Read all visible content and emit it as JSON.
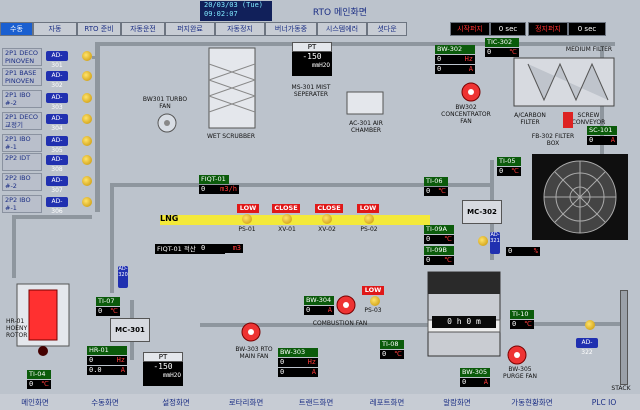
{
  "header": {
    "datetime_line1": "20/03/03 (Tue)",
    "datetime_line2": "09:02:07",
    "title": "RTO 메인화면"
  },
  "top_nav": {
    "items": [
      "수동",
      "자동",
      "RTO 준비",
      "자동운전",
      "퍼지완료",
      "자동정지",
      "버너가동중",
      "시스템에러",
      "셧다운"
    ],
    "start_delay_label": "시작퍼지",
    "start_delay_value": "0 sec",
    "stop_delay_label": "정지퍼지",
    "stop_delay_value": "0 sec"
  },
  "side_list": [
    {
      "name": "2P1 DECO PINOVEN",
      "ad": "AD-301"
    },
    {
      "name": "2P1 BASE PINOVEN",
      "ad": "AD-302"
    },
    {
      "name": "2P1 IBO #-2",
      "ad": "AD-303"
    },
    {
      "name": "2P1 DECO 교정기",
      "ad": "AD-304"
    },
    {
      "name": "2P1 IBO #-1",
      "ad": "AD-305"
    },
    {
      "name": "2P2 IDT",
      "ad": "AD-308"
    },
    {
      "name": "2P2 IBO #-2",
      "ad": "AD-307"
    },
    {
      "name": "2P2 IBO #-1",
      "ad": "AD-306"
    }
  ],
  "equipment": {
    "bw301": "BW301 TURBO FAN",
    "scrubber": "WET SCRUBBER",
    "ms301": "MS-301 MIST SEPERATER",
    "ac301": "AC-301 AIR CHAMBER",
    "bw302": "BW302 CONCENTRATOR FAN",
    "carbon": "A/CARBON FILTER",
    "screw": "SCREW CONVEYOR",
    "fb302": "FB-302 FILTER BOX",
    "medium": "MEDIUM FILTER",
    "mc302": "MC-302",
    "mc301": "MC-301",
    "hr01_rotor": "HR-01 HOENY ROTOR",
    "bw303": "BW-303 RTO MAIN FAN",
    "combustion": "COMBUSTION FAN",
    "bw305": "BW-305 PURGE FAN",
    "stack": "STACK",
    "lng": "LNG",
    "ps01": "PS-01",
    "xv01": "XV-01",
    "xv02": "XV-02",
    "ps02": "PS-02",
    "ps03": "PS-03",
    "ad322": "AD-322",
    "ad321": "AD-321",
    "ad320": "AD-320"
  },
  "instruments": {
    "pt_top": {
      "label": "PT",
      "value": "-150",
      "unit": "mmH2O"
    },
    "bw302": {
      "label": "BW-302",
      "v1": "0",
      "u1": "Hz",
      "v2": "0",
      "u2": "A"
    },
    "tic302": {
      "label": "TIC-302",
      "value": "0",
      "unit": "℃"
    },
    "sc101": {
      "label": "SC-101",
      "value": "0",
      "unit": "A"
    },
    "ti05": {
      "label": "TI-05",
      "value": "0",
      "unit": "℃"
    },
    "ti06": {
      "label": "TI-06",
      "value": "0",
      "unit": "℃"
    },
    "fiqt01": {
      "label": "FIQT-01",
      "value": "0",
      "unit": "m3/h"
    },
    "fiqt01_total": {
      "label": "FIQT-01 적산",
      "value": "0",
      "unit": "m3"
    },
    "ti09a": {
      "label": "TI-09A",
      "value": "0",
      "unit": "℃"
    },
    "ti09b": {
      "label": "TI-09B",
      "value": "0",
      "unit": "℃"
    },
    "ad320_value": {
      "value": "0",
      "unit": "%"
    },
    "ti07": {
      "label": "TI-07",
      "value": "0",
      "unit": "℃"
    },
    "bw304": {
      "label": "BW-304",
      "value": "0",
      "unit": "A"
    },
    "hr01": {
      "label": "HR-01",
      "v1": "0",
      "u1": "Hz",
      "v2": "0.0",
      "u2": "A"
    },
    "pt_bottom": {
      "label": "PT",
      "value": "-150",
      "unit": "mmH2O"
    },
    "bw303": {
      "label": "BW-303",
      "v1": "0",
      "u1": "Hz",
      "v2": "0",
      "u2": "A"
    },
    "ti08": {
      "label": "TI-08",
      "value": "0",
      "unit": "℃"
    },
    "ti10": {
      "label": "TI-10",
      "value": "0",
      "unit": "℃"
    },
    "ti04": {
      "label": "TI-04",
      "value": "0",
      "unit": "℃"
    },
    "bw305": {
      "label": "BW-305",
      "value": "0",
      "unit": "A"
    },
    "rto_hm": {
      "h": "0",
      "m": "0"
    }
  },
  "statuses": {
    "low1": "LOW",
    "close1": "CLOSE",
    "close2": "CLOSE",
    "low2": "LOW",
    "low3": "LOW"
  },
  "bottom_nav": [
    "메인화면",
    "수동화면",
    "설정화면",
    "로타리화면",
    "트랜드화면",
    "레포트화면",
    "알람화면",
    "가동현황화면",
    "PLC IO"
  ],
  "colors": {
    "active_tab": "#1a5fd0",
    "alarm_red": "#e01818",
    "label_green": "#0b5b0b"
  }
}
